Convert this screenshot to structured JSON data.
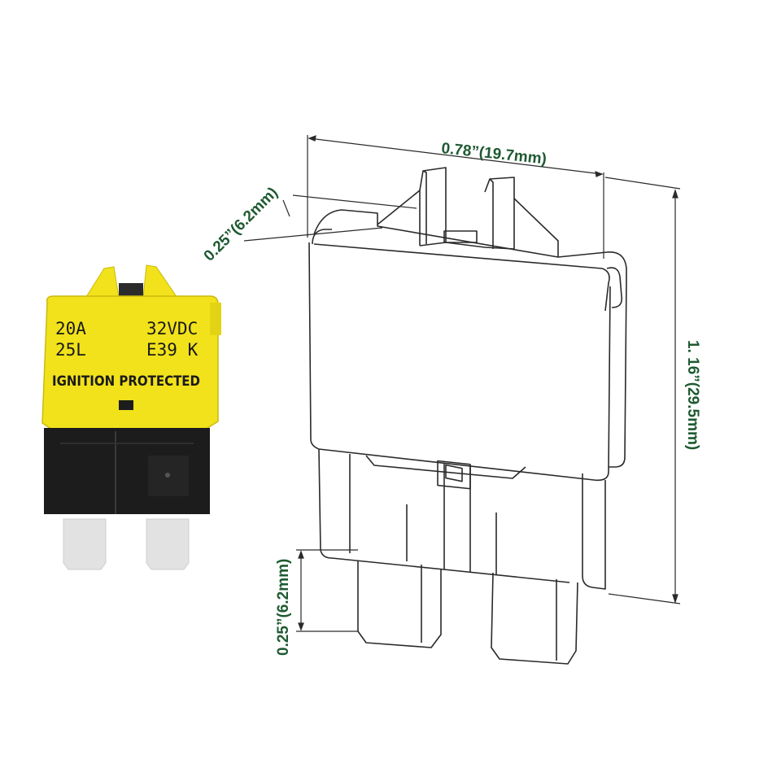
{
  "colors": {
    "dimension": "#1e5a32",
    "fuse_body": "#f2e21b",
    "fuse_base": "#1c1c1c",
    "terminal": "#e2e2e2",
    "outline": "#2a2a2a"
  },
  "photo": {
    "labels": {
      "rating_amps": "20A",
      "rating_volts": "32VDC",
      "code_left": "25L",
      "code_right": "E39 K",
      "protection": "IGNITION PROTECTED"
    }
  },
  "dimensions": {
    "width": "0.78”(19.7mm)",
    "height": "1. 16”(29.5mm)",
    "top_tab": "0.25”(6.2mm)",
    "terminal_length": "0.25”(6.2mm)"
  }
}
